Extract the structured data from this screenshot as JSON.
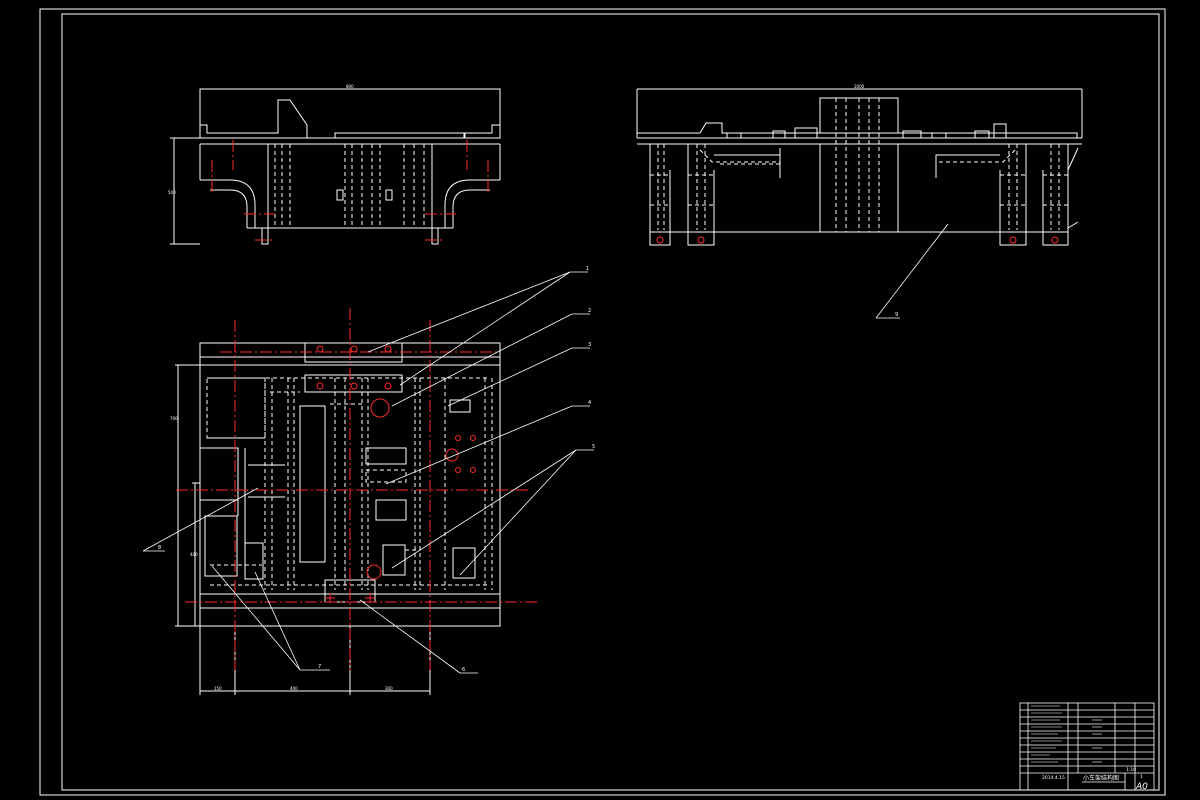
{
  "colors": {
    "background": "#000000",
    "outline": "#ffffff",
    "centerline": "#ff2a2a",
    "hidden": "#ffffff"
  },
  "drawing": {
    "balloons": [
      "1",
      "2",
      "3",
      "4",
      "5",
      "6",
      "7",
      "8",
      "9"
    ],
    "dimensions": {
      "top_width": "800",
      "right_width": "2000",
      "bottom_1": "150",
      "bottom_2": "400",
      "bottom_3": "300",
      "left_height": "700",
      "left_height_2": "400",
      "front_height": "500"
    }
  },
  "title_block": {
    "sheet_size": "A0",
    "title": "小车架结构图",
    "ratio": "1:10",
    "count": "1",
    "date": "2014.4.15"
  }
}
